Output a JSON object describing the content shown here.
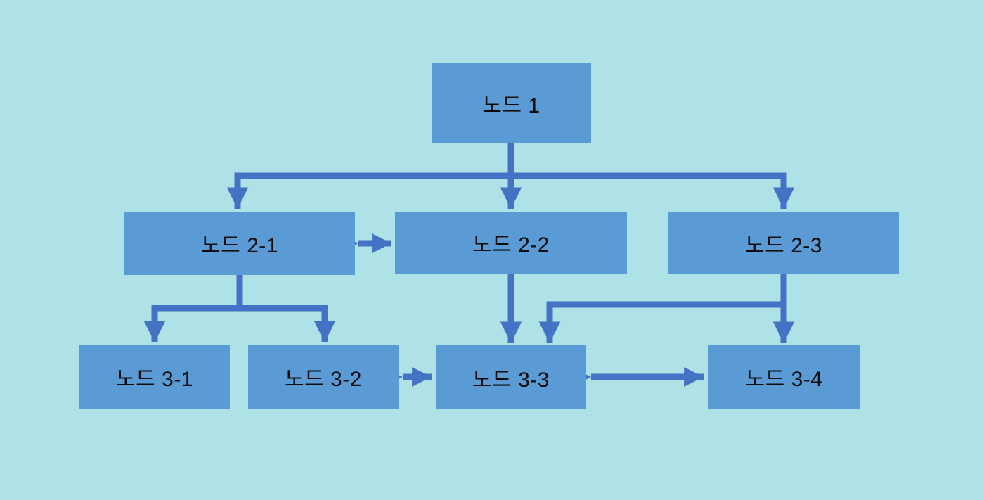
{
  "diagram": {
    "type": "flowchart",
    "background_color": "#aee2e6",
    "node_fill_color": "#5b9bd5",
    "connector_color": "#4472c4",
    "text_color": "#0c0c0c",
    "nodes": [
      {
        "id": "n1",
        "label": "노드 1",
        "level": 1
      },
      {
        "id": "n21",
        "label": "노드 2-1",
        "level": 2
      },
      {
        "id": "n22",
        "label": "노드 2-2",
        "level": 2
      },
      {
        "id": "n23",
        "label": "노드 2-3",
        "level": 2
      },
      {
        "id": "n31",
        "label": "노드 3-1",
        "level": 3
      },
      {
        "id": "n32",
        "label": "노드 3-2",
        "level": 3
      },
      {
        "id": "n33",
        "label": "노드 3-3",
        "level": 3
      },
      {
        "id": "n34",
        "label": "노드 3-4",
        "level": 3
      }
    ],
    "edges": [
      {
        "from": "n1",
        "to": "n21",
        "type": "arrow"
      },
      {
        "from": "n1",
        "to": "n22",
        "type": "arrow"
      },
      {
        "from": "n1",
        "to": "n23",
        "type": "arrow"
      },
      {
        "from": "n21",
        "to": "n22",
        "type": "bidirectional"
      },
      {
        "from": "n21",
        "to": "n31",
        "type": "arrow"
      },
      {
        "from": "n21",
        "to": "n32",
        "type": "arrow"
      },
      {
        "from": "n22",
        "to": "n33",
        "type": "arrow"
      },
      {
        "from": "n23",
        "to": "n33",
        "type": "arrow"
      },
      {
        "from": "n23",
        "to": "n34",
        "type": "arrow"
      },
      {
        "from": "n32",
        "to": "n33",
        "type": "bidirectional"
      },
      {
        "from": "n33",
        "to": "n34",
        "type": "bidirectional"
      }
    ]
  }
}
